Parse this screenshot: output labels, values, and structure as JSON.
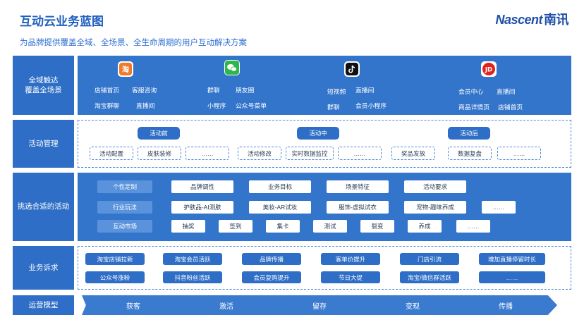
{
  "header": {
    "title": "互动云业务蓝图",
    "subtitle": "为品牌提供覆盖全域、全场景、全生命周期的用户互动解决方案",
    "logo_en": "Nascent",
    "logo_cn": "南讯"
  },
  "rows": {
    "touch": {
      "label_line1": "全域触达",
      "label_line2": "覆盖全场景",
      "platforms": [
        {
          "icon": "taobao-icon",
          "items": [
            "店铺首页",
            "客服咨询",
            "淘宝群聊",
            "直播间"
          ]
        },
        {
          "icon": "wechat-icon",
          "items": [
            "群聊",
            "朋友圈",
            "小程序",
            "公众号菜单"
          ]
        },
        {
          "icon": "douyin-icon",
          "items": [
            "短视频",
            "直播间",
            "群聊",
            "会员小程序"
          ]
        },
        {
          "icon": "jd-icon",
          "icon_text": "JD",
          "items": [
            "会员中心",
            "直播间",
            "商品详情页",
            "店铺首页"
          ]
        }
      ]
    },
    "activity": {
      "label": "活动管理",
      "phases": [
        "活动前",
        "活动中",
        "活动后"
      ],
      "items": [
        "活动配置",
        "皮肤装修",
        "……",
        "活动修改",
        "实时数据监控",
        "……",
        "奖品发放",
        "数据复盘",
        "……"
      ]
    },
    "choose": {
      "label": "挑选合适的活动",
      "categories": [
        "个性定制",
        "行业玩法",
        "互动市场"
      ],
      "row1": [
        "品牌调性",
        "业务目标",
        "场景特征",
        "活动要求"
      ],
      "row2": [
        "护肤品-AI测肤",
        "美妆-AR试妆",
        "服饰-虚拟试衣",
        "宠物-趣味养成",
        "……"
      ],
      "row3": [
        "抽奖",
        "签到",
        "集卡",
        "测试",
        "裂变",
        "养成",
        "……"
      ]
    },
    "demand": {
      "label": "业务诉求",
      "row1": [
        "淘宝店铺拉新",
        "淘宝会员活跃",
        "品牌传播",
        "客单价提升",
        "门店引流",
        "增加直播停留时长"
      ],
      "row2": [
        "公众号涨粉",
        "抖音粉丝活跃",
        "会员复购提升",
        "节日大促",
        "淘宝/微信群活跃",
        "……"
      ]
    },
    "model": {
      "label": "运营模型",
      "steps": [
        "获客",
        "激活",
        "留存",
        "变现",
        "传播"
      ]
    }
  },
  "colors": {
    "brand_blue": "#2e6ec6",
    "panel_blue": "#3375cb",
    "title_blue": "#1f5fbf",
    "taobao_orange": "#f07a2a",
    "wechat_green": "#2cb74a",
    "jd_red": "#e2231a"
  }
}
